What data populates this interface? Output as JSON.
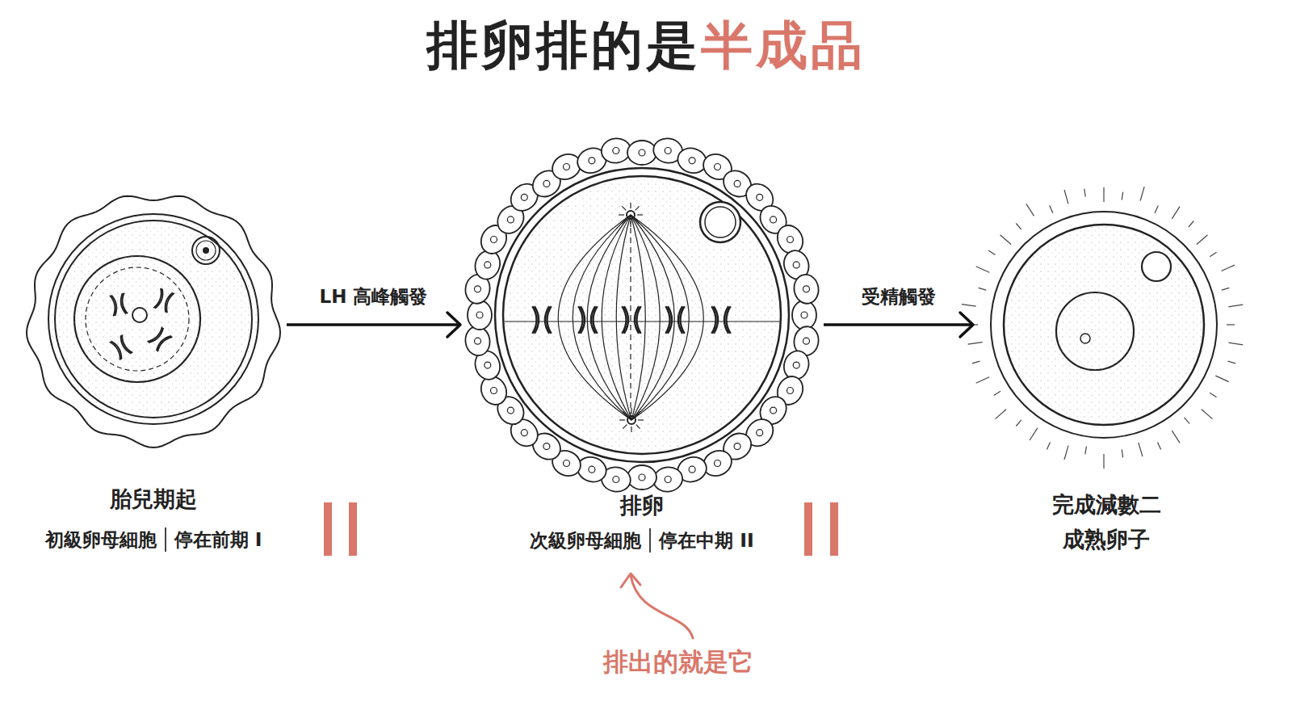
{
  "diagram": {
    "title": "排卵排的是半成品",
    "nodes": [
      {
        "text": [
          "胎兒期起",
          "初級卵母細胞",
          "停在前期 I"
        ]
      },
      {
        "text": [
          "排卵",
          "次級卵母細胞",
          "停在中期 II"
        ]
      },
      {
        "text": [
          "完成減數二",
          "成熟卵子"
        ]
      }
    ],
    "edges": [
      {
        "from": 0,
        "to": 1,
        "arrow": "to",
        "label": "LH 高峰觸發"
      },
      {
        "from": 1,
        "to": 2,
        "arrow": "to",
        "label": "受精觸發"
      }
    ],
    "labels": [
      "排出的就是它"
    ]
  }
}
